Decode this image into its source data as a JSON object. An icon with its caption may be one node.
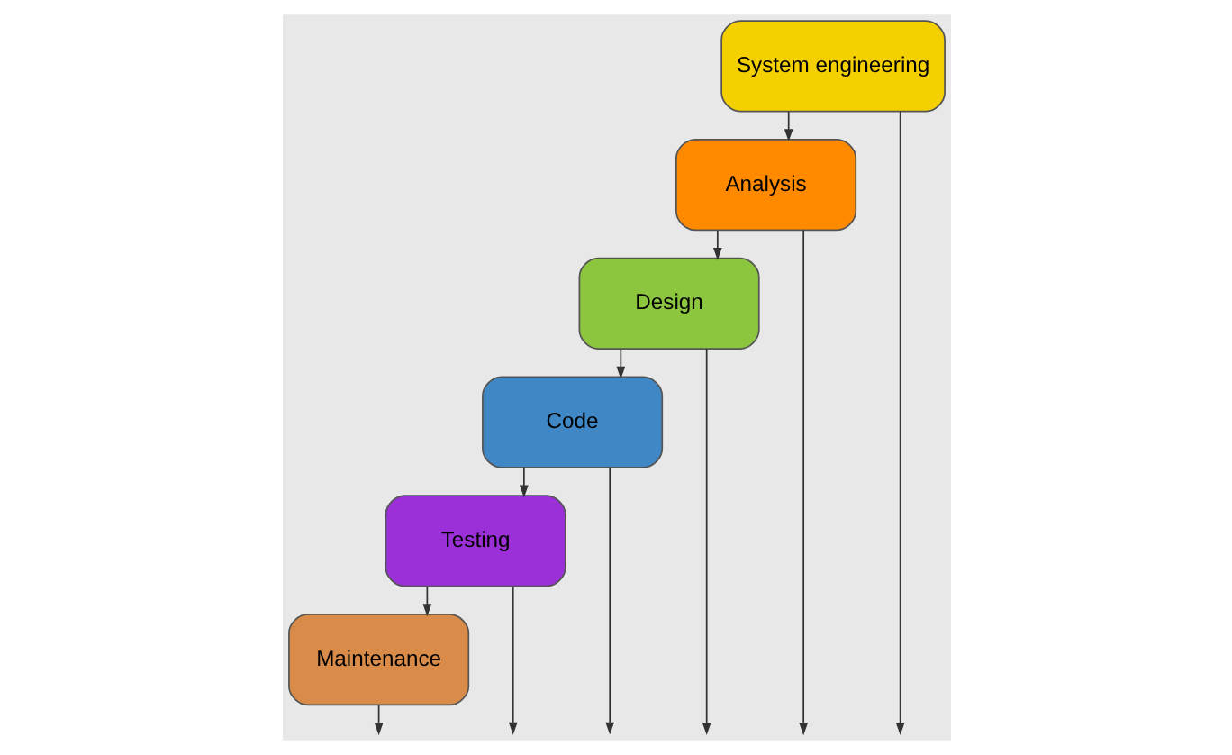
{
  "diagram": {
    "nodes": [
      {
        "text": [
          "System engineering"
        ]
      },
      {
        "text": [
          "Analysis"
        ]
      },
      {
        "text": [
          "Design"
        ]
      },
      {
        "text": [
          "Code"
        ]
      },
      {
        "text": [
          "Testing"
        ]
      },
      {
        "text": [
          "Maintenance"
        ]
      }
    ],
    "edges": [
      {
        "from": 0,
        "to": 1,
        "arrow": "to"
      },
      {
        "from": 1,
        "to": 2,
        "arrow": "to"
      },
      {
        "from": 2,
        "to": 3,
        "arrow": "to"
      },
      {
        "from": 3,
        "to": 4,
        "arrow": "to"
      },
      {
        "from": 4,
        "to": 5,
        "arrow": "to"
      },
      {
        "from": 0,
        "to": null,
        "arrow": "to"
      },
      {
        "from": 1,
        "to": null,
        "arrow": "to"
      },
      {
        "from": 2,
        "to": null,
        "arrow": "to"
      },
      {
        "from": 3,
        "to": null,
        "arrow": "to"
      },
      {
        "from": 4,
        "to": null,
        "arrow": "to"
      },
      {
        "from": 5,
        "to": null,
        "arrow": "to"
      }
    ]
  }
}
